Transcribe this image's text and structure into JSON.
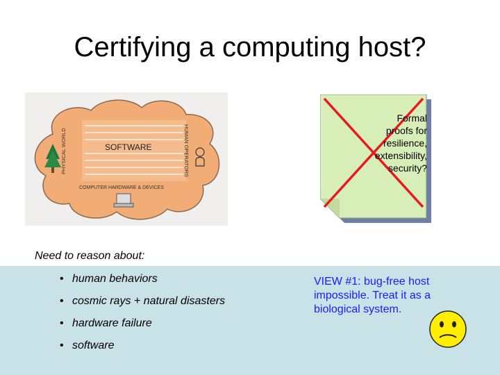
{
  "title": "Certifying a computing host?",
  "cloud": {
    "software_label": "SOFTWARE",
    "physical_world_label": "PHYSICAL WORLD",
    "human_operators_label": "HUMAN OPERATORS",
    "hardware_label": "COMPUTER HARDWARE & DEVICES",
    "colors": {
      "cloud": "#f2ad77",
      "outline": "#8a6a4c",
      "background": "#f1efee"
    }
  },
  "note": {
    "lines": [
      "Formal",
      "proofs for",
      "resilience,",
      "extensibility,",
      "security?"
    ],
    "colors": {
      "paper": "#d8eeb8",
      "shadow": "#6e7fa6",
      "cross": "#e6191b"
    }
  },
  "need_label": "Need to reason about:",
  "bullets": [
    "human behaviors",
    "cosmic rays + natural disasters",
    "hardware failure",
    "software"
  ],
  "view_text": "VIEW #1: bug-free host impossible.  Treat it as a biological system.",
  "colors": {
    "panel": "#c8e2e7",
    "view_text": "#1a1aff",
    "smiley": "#ffee00"
  }
}
